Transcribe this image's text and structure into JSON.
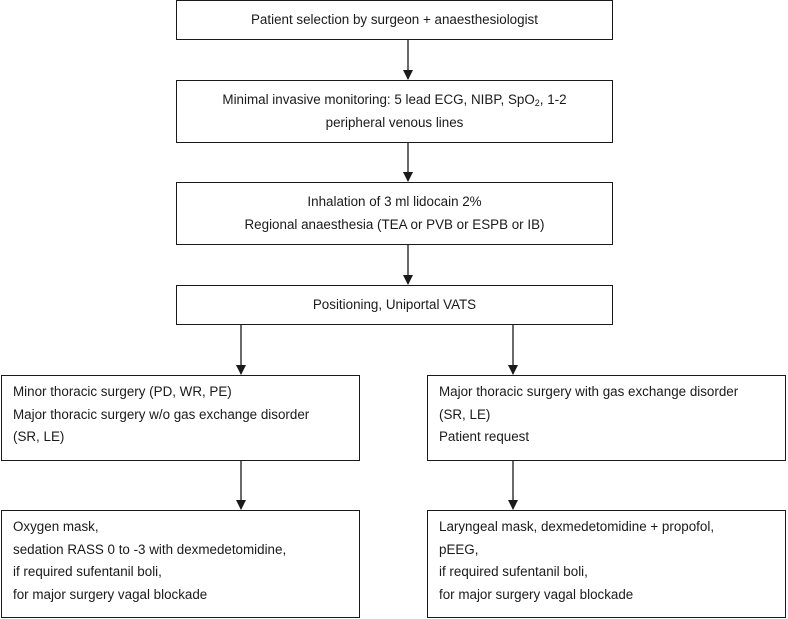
{
  "nodes": {
    "selection": [
      "Patient selection by surgeon + anaesthesiologist"
    ],
    "monitoring": {
      "line1_pre": "Minimal invasive monitoring: 5 lead ECG, NIBP, SpO",
      "line1_sub": "2",
      "line1_post": ", 1-2",
      "line2": "peripheral venous lines"
    },
    "inhalation": [
      "Inhalation of 3 ml lidocain 2%",
      "Regional anaesthesia (TEA or PVB or ESPB or IB)"
    ],
    "positioning": [
      "Positioning, Uniportal VATS"
    ],
    "minor": [
      "Minor thoracic surgery (PD, WR, PE)",
      "Major thoracic surgery w/o gas exchange disorder",
      "(SR, LE)"
    ],
    "major": [
      "Major thoracic surgery with gas exchange disorder",
      "(SR, LE)",
      "Patient request"
    ],
    "oxygen": [
      "Oxygen mask,",
      "sedation RASS 0 to -3 with dexmedetomidine,",
      "if required sufentanil boli,",
      "for major surgery vagal blockade"
    ],
    "laryngeal": [
      "Laryngeal mask, dexmedetomidine + propofol,",
      "pEEG,",
      "if required sufentanil boli,",
      "for major surgery vagal blockade"
    ]
  },
  "colors": {
    "line": "#1a1a1a",
    "background": "#ffffff"
  }
}
